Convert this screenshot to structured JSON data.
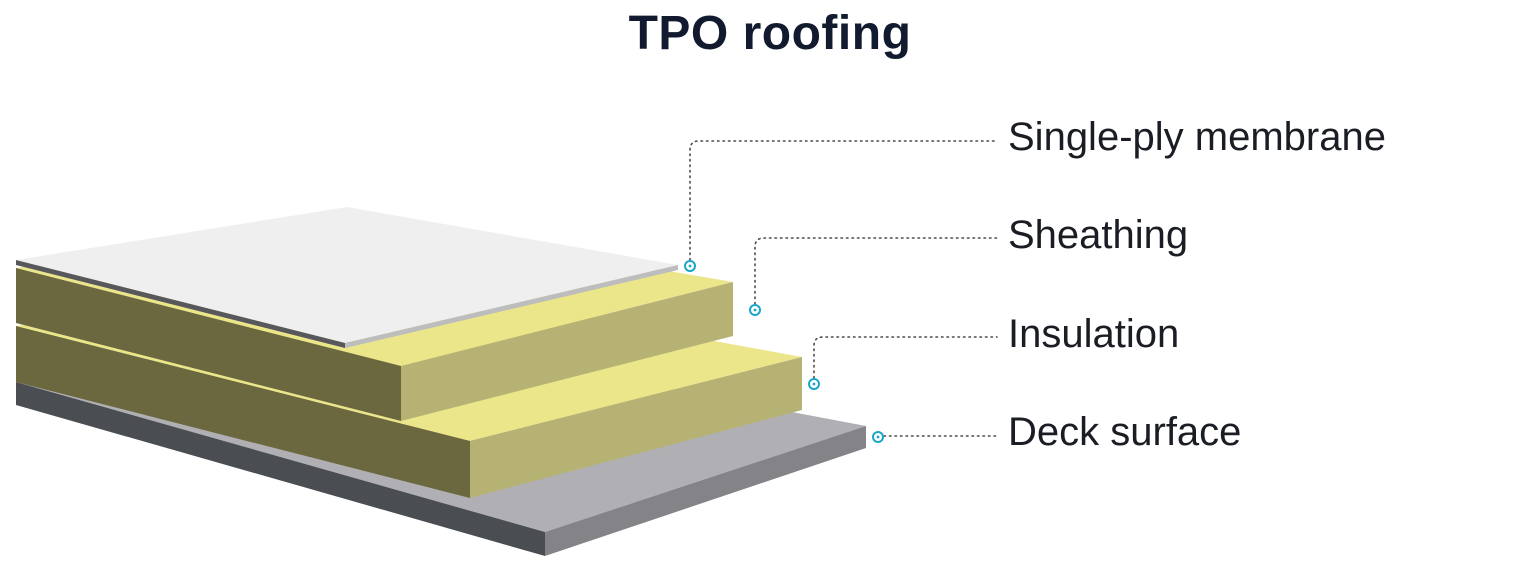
{
  "title": "TPO roofing",
  "layers": [
    {
      "label": "Single-ply membrane"
    },
    {
      "label": "Sheathing"
    },
    {
      "label": "Insulation"
    },
    {
      "label": "Deck surface"
    }
  ],
  "colors": {
    "title": "#111a2e",
    "label_text": "#1a1d24",
    "leader_line": "#4a4a4a",
    "marker": "#1ba6c9",
    "membrane_top": "#efefef",
    "board_top": "#ece68a",
    "board_side_light": "#b5b274",
    "board_side_dark": "#6b6840",
    "deck_top": "#b0b0b4",
    "deck_side_light": "#838388",
    "deck_side_dark": "#4a4e52"
  }
}
